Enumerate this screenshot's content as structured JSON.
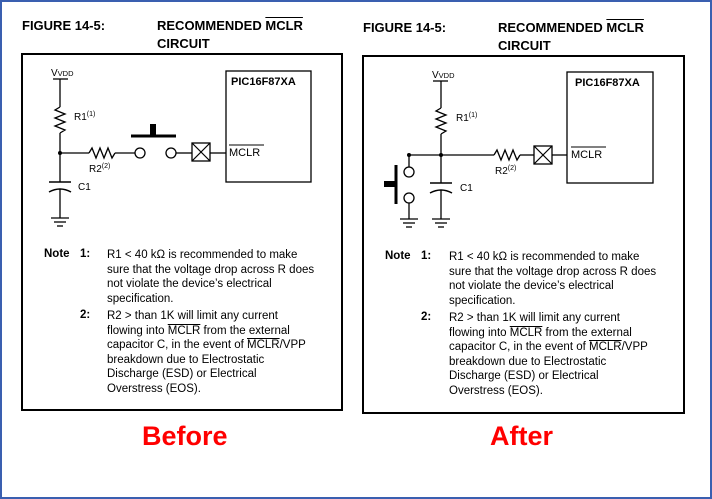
{
  "left": {
    "figure_num": "FIGURE 14-5:",
    "title_1": "RECOMMENDED",
    "title_2": "MCLR",
    "title_3": "CIRCUIT",
    "chip": "PIC16F87XA",
    "pin": "MCLR",
    "vdd": "VDD",
    "r1": "R1",
    "r1_sup": "(1)",
    "r2": "R2",
    "r2_sup": "(2)",
    "c1": "C1",
    "note_label": "Note",
    "n1_num": "1:",
    "n1_lines": [
      "R1 < 40 kΩ is recommended to make",
      "sure that the voltage drop across R does",
      "not violate the device’s electrical",
      "specification."
    ],
    "n2_num": "2:",
    "n2_l1a": "R2 > than 1K will limit any current",
    "n2_l2a": "flowing into ",
    "n2_l2b": "MCLR",
    "n2_l2c": " from the external",
    "n2_l3a": "capacitor C, in the event of ",
    "n2_l3b": "MCLR",
    "n2_l3c": "/VPP",
    "n2_rest": [
      "breakdown due to Electrostatic",
      "Discharge (ESD) or Electrical",
      "Overstress (EOS)."
    ],
    "caption": "Before"
  },
  "right": {
    "figure_num": "FIGURE 14-5:",
    "title_1": "RECOMMENDED",
    "title_2": "MCLR",
    "title_3": "CIRCUIT",
    "chip": "PIC16F87XA",
    "pin": "MCLR",
    "vdd": "VDD",
    "r1": "R1",
    "r1_sup": "(1)",
    "r2": "R2",
    "r2_sup": "(2)",
    "c1": "C1",
    "note_label": "Note",
    "n1_num": "1:",
    "n1_lines": [
      "R1 < 40 kΩ is recommended to make",
      "sure that the voltage drop across R does",
      "not violate the device’s electrical",
      "specification."
    ],
    "n2_num": "2:",
    "n2_l1a": "R2 > than 1K will limit any current",
    "n2_l2a": "flowing into ",
    "n2_l2b": "MCLR",
    "n2_l2c": " from the external",
    "n2_l3a": "capacitor C, in the event of ",
    "n2_l3b": "MCLR",
    "n2_l3c": "/VPP",
    "n2_rest": [
      "breakdown due to Electrostatic",
      "Discharge (ESD) or Electrical",
      "Overstress (EOS)."
    ],
    "caption": "After"
  }
}
